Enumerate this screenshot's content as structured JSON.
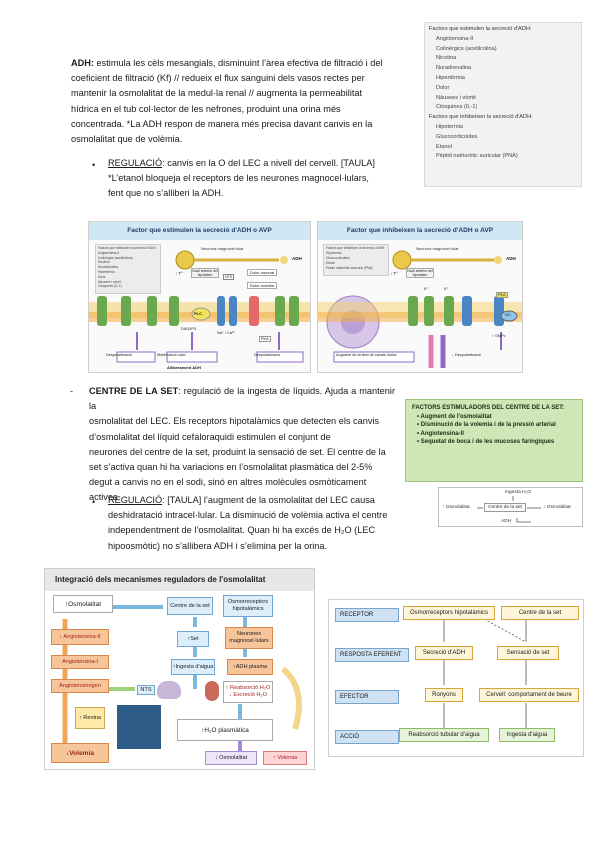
{
  "adh_paragraph": {
    "term": "ADH:",
    "lines": [
      "estimula les cèls mesangials, disminuint l’àrea efectiva de filtració i del",
      "coeficient de filtració (Kf) // redueix el flux sanguini dels vasos rectes per",
      "mantenir la osmolalitat de la medul·la renal // augmenta la permeabilitat",
      "hídrica en el tub col·lector de les nefrones, produint una orina més",
      "concentrada. *La ADH respon de manera més precisa davant canvis en la",
      "osmolalitat que de volèmia."
    ]
  },
  "regulacio_1": {
    "label": "REGULACIÓ",
    "lines": [
      ": canvis en la O del LEC  a nivell del cervell. [TAULA]",
      "*L’etanol bloqueja el receptors de les neurones magnocel·lulars,",
      "fent que no s’alliberi la ADH."
    ]
  },
  "factors_box": {
    "stimulate_header": "Factors que estimulen la secreció d'ADH:",
    "stimulate": [
      "Angiotensina-II",
      "Colinèrgics (acetilcolina)",
      "Nicotina",
      "Noradrenalina",
      "Hipertèrmia",
      "Dolor",
      "Nàusees i vòmit",
      "Citoquines (IL-1)"
    ],
    "inhibit_header": "Factors que inhibeixen la secreció d'ADH:",
    "inhibit": [
      "Hipotermia",
      "Glucocorticoides",
      "Etanol",
      "Pèptid natriurètic auricular (PNA)"
    ]
  },
  "figure_left": {
    "title": "Factor que estimulen la secreció d'ADH o AVP",
    "inset": [
      "Factors que estimulen la secreció d'ADH:",
      "Angiotensina-II",
      "Colinèrgics (acetilcolina)",
      "Nicotina",
      "Noradrenalina",
      "Hipertèrmia",
      "Dolor",
      "Nàusees i vòmit",
      "Citoquines (IL-1)"
    ],
    "labels": {
      "neuron": "Neurona magnocel·lular",
      "adh": "ADH",
      "visceral": "Dolor visceral",
      "somatic": "Dolor somàtic",
      "temp": "↑ T°",
      "nucleus": "Nucli anterior del hipotàlem",
      "plc": "PLC",
      "dag": "DAG/IP3",
      "na": "Na⁺ / Ca²⁺",
      "pka": "PKA",
      "depol1": "Despolarització",
      "mob": "Mobilització calci",
      "depol2": "Despolarització",
      "release": "Alliberament ADH",
      "nts": "NTS"
    }
  },
  "figure_right": {
    "title": "Factor que inhibeixen la secreció d'ADH o AVP",
    "inset": [
      "Factors que inhibeixen la secreció d'ADH:",
      "Hipotermia",
      "Glucocorticoides",
      "Etanol",
      "Pèptid natriurètic auricular (PNA)"
    ],
    "labels": {
      "neuron": "Neurona magnocel·lular",
      "adh": "ADH",
      "temp": "↓ T°",
      "nucleus": "Nucli anterior del hipotàlem",
      "k1": "K⁺",
      "k2": "K⁺",
      "gc": "GC",
      "pka": "PKA",
      "gmp": "↑ GMPc",
      "synth": "Augment de síntesi de canals iònics",
      "depol": "↓ Despolarització"
    }
  },
  "centre_set": {
    "term": "CENTRE DE LA SET",
    "lines": [
      ": regulació de la ingesta de líquids. Ajuda a mantenir la",
      "osmolalitat del LEC. Els receptors hipotalàmics que detecten els canvis",
      "d’osmolalitat del líquid cefaloraquidi estimulen el conjunt de",
      "neurones del centre de la set, produint la sensació de set. El centre de la",
      "set s’activa quan hi ha variacions en l’osmolalitat plasmàtica del 2-5%",
      "degut a canvis no en el sodi, sinó en altres molècules osmòticament",
      "actives."
    ]
  },
  "set_box": {
    "header": "FACTORS ESTIMULADORS DEL CENTRE DE LA SET:",
    "items": [
      "Augment de l'osmolalitat",
      "Disminució de la volemia i de la pressió arterial",
      "Angiotensina-II",
      "Sequetat de boca i de les mucoses faríngiques"
    ]
  },
  "small_flow": {
    "osm_up": "↑ Osmolalitat",
    "centre": "Centre de la set",
    "ingesta": "Ingesta H₂O",
    "osm_down": "↓ Osmolalitat",
    "adh": "ADH"
  },
  "regulacio_2": {
    "label": "REGULACIÓ",
    "lines": [
      ": [TAULA] l’augment de la osmolalitat del LEC causa",
      "deshidratació intracel·lular. La disminució de volèmia activa el centre",
      "independentment de l’osmolalitat.  Quan hi ha excés de H₂O (LEC",
      "hipoosmòtic) no s’allibera ADH i s’elimina per la orina."
    ]
  },
  "integration_figure": {
    "title": "Integració dels mecanismes reguladors de l'osmolalitat",
    "osm_up": "↑Osmolalitat",
    "centre": "Centre de la set",
    "osmoreceptors": "Osmorreceptors hipotalàmics",
    "angio2_up": "↑ Angiotensina-II",
    "tset": "↑Set",
    "neurones": "Neurones magnocel·lulars",
    "angiotensina1": "Angiotensina-I",
    "ingesta": "↑Ingesta d'aigua",
    "adh_plasma": "↑ADH plasma",
    "angiotensinogen": "Angiotensinogen",
    "nts": "NTS",
    "reabs": "↑ Reabsorció H₂O ↓ Excreció H₂O",
    "renina": "↑ Renina",
    "h2o_plasma": "↑H₂O plasmàtica",
    "volemia_down": "↓Volemia",
    "osm_down": "↓ Osmolalitat",
    "volemia_up": "↑ Volemia"
  },
  "table_diagram": {
    "rows": [
      "RECEPTOR",
      "RESPOSTA EFERENT",
      "EFECTOR",
      "ACCIÓ"
    ],
    "receptors": [
      "Osmorreceptors hipotalàmics",
      "Centre de la set"
    ],
    "efferent": [
      "Secreció d'ADH",
      "Sensació de set"
    ],
    "effector": [
      "Ronyons",
      "Cervell: comportament de beure"
    ],
    "action": [
      "Reabsorció tubular d'aigua",
      "Ingesta d'aigua"
    ]
  }
}
